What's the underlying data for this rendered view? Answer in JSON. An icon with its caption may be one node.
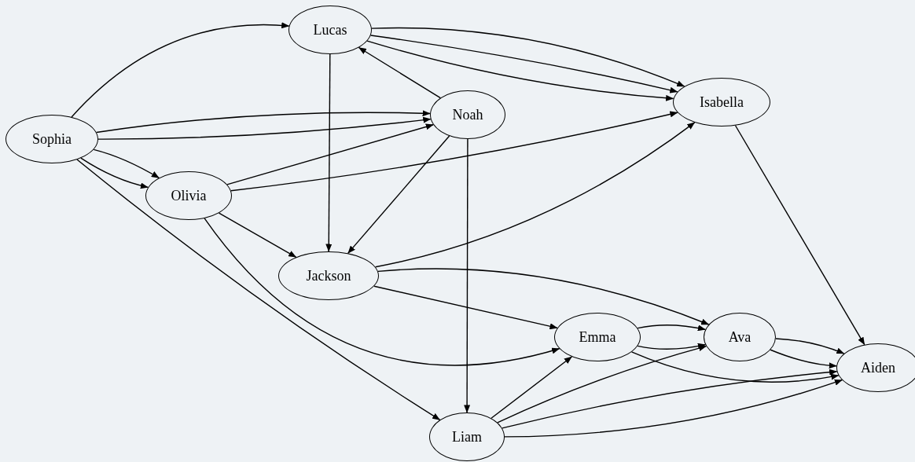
{
  "diagram": {
    "nodes": [
      {
        "text": [
          "Sophia"
        ]
      },
      {
        "text": [
          "Lucas"
        ]
      },
      {
        "text": [
          "Noah"
        ]
      },
      {
        "text": [
          "Isabella"
        ]
      },
      {
        "text": [
          "Olivia"
        ]
      },
      {
        "text": [
          "Jackson"
        ]
      },
      {
        "text": [
          "Emma"
        ]
      },
      {
        "text": [
          "Ava"
        ]
      },
      {
        "text": [
          "Aiden"
        ]
      },
      {
        "text": [
          "Liam"
        ]
      }
    ],
    "edges": [
      {
        "from": 0,
        "to": 1,
        "arrow": "to"
      },
      {
        "from": 0,
        "to": 2,
        "arrow": "to"
      },
      {
        "from": 0,
        "to": 2,
        "arrow": "to"
      },
      {
        "from": 0,
        "to": 4,
        "arrow": "to"
      },
      {
        "from": 0,
        "to": 4,
        "arrow": "to"
      },
      {
        "from": 0,
        "to": 9,
        "arrow": "to"
      },
      {
        "from": 1,
        "to": 3,
        "arrow": "to"
      },
      {
        "from": 1,
        "to": 3,
        "arrow": "to"
      },
      {
        "from": 1,
        "to": 3,
        "arrow": "to"
      },
      {
        "from": 1,
        "to": 5,
        "arrow": "to"
      },
      {
        "from": 2,
        "to": 1,
        "arrow": "to"
      },
      {
        "from": 2,
        "to": 5,
        "arrow": "to"
      },
      {
        "from": 2,
        "to": 9,
        "arrow": "to"
      },
      {
        "from": 4,
        "to": 2,
        "arrow": "to"
      },
      {
        "from": 4,
        "to": 3,
        "arrow": "to"
      },
      {
        "from": 4,
        "to": 5,
        "arrow": "to"
      },
      {
        "from": 4,
        "to": 6,
        "arrow": "to"
      },
      {
        "from": 5,
        "to": 3,
        "arrow": "to"
      },
      {
        "from": 5,
        "to": 7,
        "arrow": "to"
      },
      {
        "from": 5,
        "to": 6,
        "arrow": "to"
      },
      {
        "from": 3,
        "to": 8,
        "arrow": "to"
      },
      {
        "from": 6,
        "to": 7,
        "arrow": "to"
      },
      {
        "from": 6,
        "to": 7,
        "arrow": "to"
      },
      {
        "from": 6,
        "to": 8,
        "arrow": "to"
      },
      {
        "from": 7,
        "to": 8,
        "arrow": "to"
      },
      {
        "from": 7,
        "to": 8,
        "arrow": "to"
      },
      {
        "from": 9,
        "to": 6,
        "arrow": "to"
      },
      {
        "from": 9,
        "to": 7,
        "arrow": "to"
      },
      {
        "from": 9,
        "to": 8,
        "arrow": "to"
      },
      {
        "from": 9,
        "to": 8,
        "arrow": "to"
      }
    ]
  }
}
